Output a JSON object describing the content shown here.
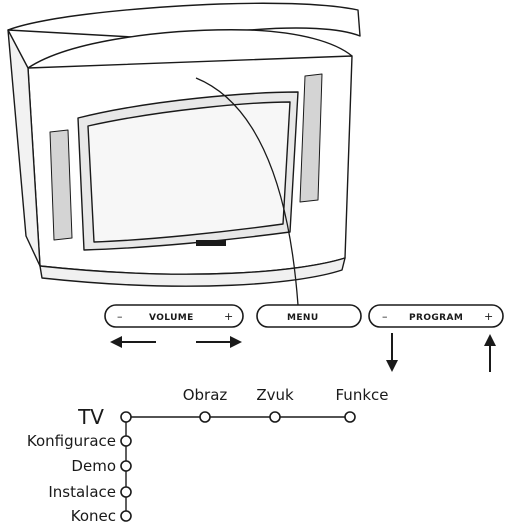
{
  "buttons": {
    "volume": {
      "minus": "–",
      "label": "VOLUME",
      "plus": "+"
    },
    "menu": {
      "label": "MENU"
    },
    "program": {
      "minus": "–",
      "label": "PROGRAM",
      "plus": "+"
    }
  },
  "menu_tree": {
    "root": "TV",
    "top_items": [
      "Obraz",
      "Zvuk",
      "Funkce"
    ],
    "side_items": [
      "Konfigurace",
      "Demo",
      "Instalace",
      "Konec"
    ]
  },
  "colors": {
    "line": "#1a1a1a",
    "panel_light": "#e6e6e6",
    "panel_mid": "#cfcfcf",
    "screen_frame": "#d9d9d9"
  }
}
